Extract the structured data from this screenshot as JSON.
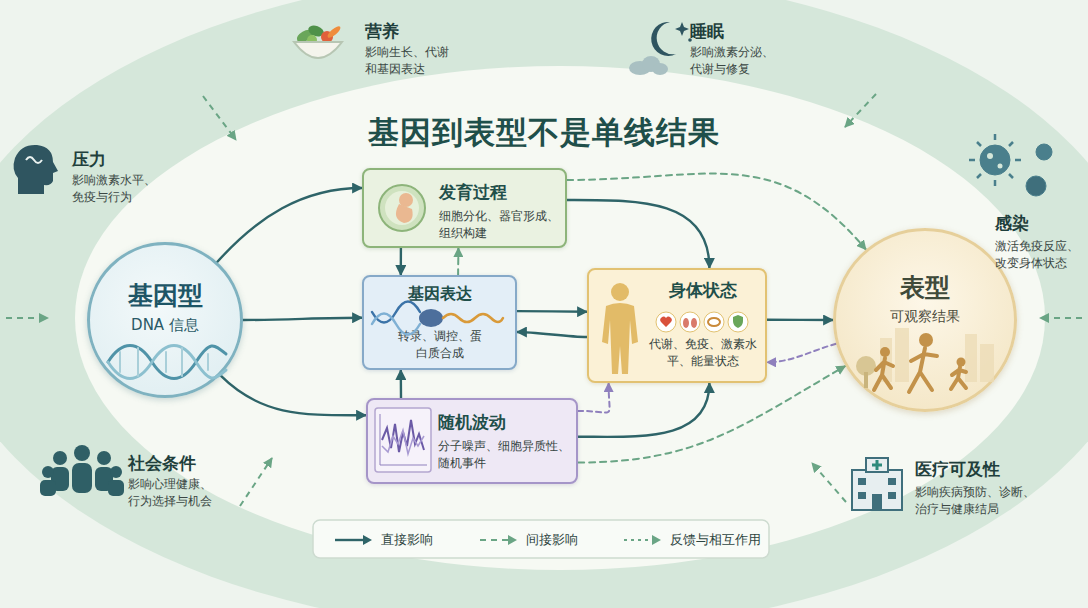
{
  "diagram": {
    "title": "基因到表型不是单线结果",
    "nodes": [
      {
        "text": [
          "基因型",
          "DNA 信息"
        ]
      },
      {
        "text": [
          "发育过程",
          "细胞分化、器官形成、组织构建"
        ]
      },
      {
        "text": [
          "基因表达",
          "转录、调控、蛋白质合成"
        ]
      },
      {
        "text": [
          "随机波动",
          "分子噪声、细胞异质性、随机事件"
        ]
      },
      {
        "text": [
          "身体状态",
          "代谢、免疫、激素水平、能量状态"
        ]
      },
      {
        "text": [
          "表型",
          "可观察结果"
        ]
      }
    ],
    "edges": [
      {
        "from": 0,
        "to": 1,
        "arrow": "to"
      },
      {
        "from": 0,
        "to": 2,
        "arrow": "to"
      },
      {
        "from": 0,
        "to": 3,
        "arrow": "to"
      },
      {
        "from": 1,
        "to": 2,
        "arrow": "to"
      },
      {
        "from": 2,
        "to": 1,
        "arrow": "to"
      },
      {
        "from": 3,
        "to": 2,
        "arrow": "to"
      },
      {
        "from": 1,
        "to": 4,
        "arrow": "to"
      },
      {
        "from": 2,
        "to": 4,
        "arrow": "to"
      },
      {
        "from": 4,
        "to": 2,
        "arrow": "to"
      },
      {
        "from": 3,
        "to": 4,
        "arrow": "to"
      },
      {
        "from": 4,
        "to": 5,
        "arrow": "to"
      },
      {
        "from": 1,
        "to": 5,
        "arrow": "to"
      },
      {
        "from": 3,
        "to": 5,
        "arrow": "to"
      },
      {
        "from": 5,
        "to": 4,
        "arrow": "to"
      },
      {
        "from": 3,
        "to": 4,
        "arrow": "to"
      }
    ],
    "labels": [
      "营养",
      "影响生长、代谢和基因表达",
      "睡眠",
      "影响激素分泌、代谢与修复",
      "压力",
      "影响激素水平、免疫与行为",
      "感染",
      "激活免疫反应、改变身体状态",
      "社会条件",
      "影响心理健康、行为选择与机会",
      "医疗可及性",
      "影响疾病预防、诊断、治疗与健康结局"
    ],
    "legend": [
      {
        "text": "直接影响"
      },
      {
        "text": "间接影响"
      },
      {
        "text": "反馈与相互作用"
      }
    ]
  }
}
